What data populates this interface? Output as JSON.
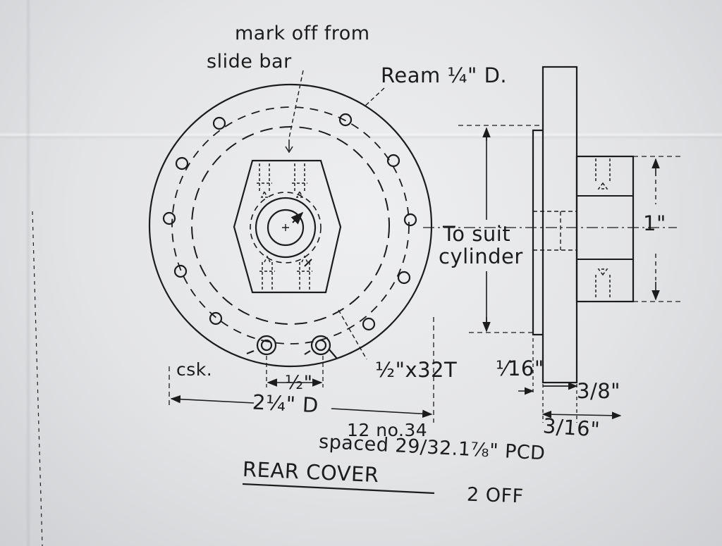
{
  "labels": {
    "mark_off_line1": "mark off from",
    "mark_off_line2": "slide bar",
    "ream": "Ream ¼\" D.",
    "csk": "csk.",
    "half_inch": "½\"",
    "diameter": "2¼\" D",
    "thread": "½\"x32T",
    "sixteenth": "⅟16\"",
    "three_eighths": "3/8\"",
    "three_sixteenths": "3/16\"",
    "one_inch": "1\"",
    "to_suit": "To suit",
    "cylinder": "cylinder",
    "holes_line1": "12 no.34",
    "holes_line2": "spaced 29/32.1⅞\" PCD",
    "title": "REAR COVER",
    "quantity": "2 OFF"
  },
  "colors": {
    "ink": "#1c1c1c",
    "paper": "#e8e9eb"
  }
}
